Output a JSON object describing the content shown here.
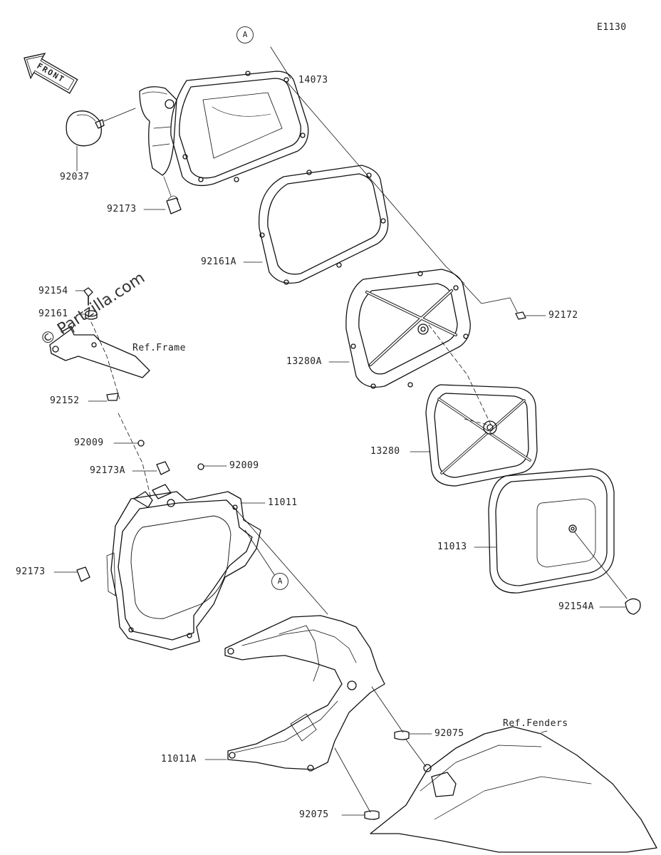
{
  "diagram_code": "E1130",
  "front_label": "FRONT",
  "watermark": "© Partzilla.com",
  "ref_labels": {
    "frame": "Ref.Frame",
    "fenders": "Ref.Fenders"
  },
  "callouts": {
    "a_top": "A",
    "a_mid": "A"
  },
  "parts": {
    "p14073": "14073",
    "p92037": "92037",
    "p92173_top": "92173",
    "p92161A": "92161A",
    "p92154": "92154",
    "p92161": "92161",
    "p92172": "92172",
    "p13280A": "13280A",
    "p92152": "92152",
    "p13280": "13280",
    "p92009_left": "92009",
    "p92009_right": "92009",
    "p92173A": "92173A",
    "p11011": "11011",
    "p11013": "11013",
    "p92173_bottom": "92173",
    "p92154A": "92154A",
    "p92075_upper": "92075",
    "p11011A": "11011A",
    "p92075_lower": "92075"
  }
}
